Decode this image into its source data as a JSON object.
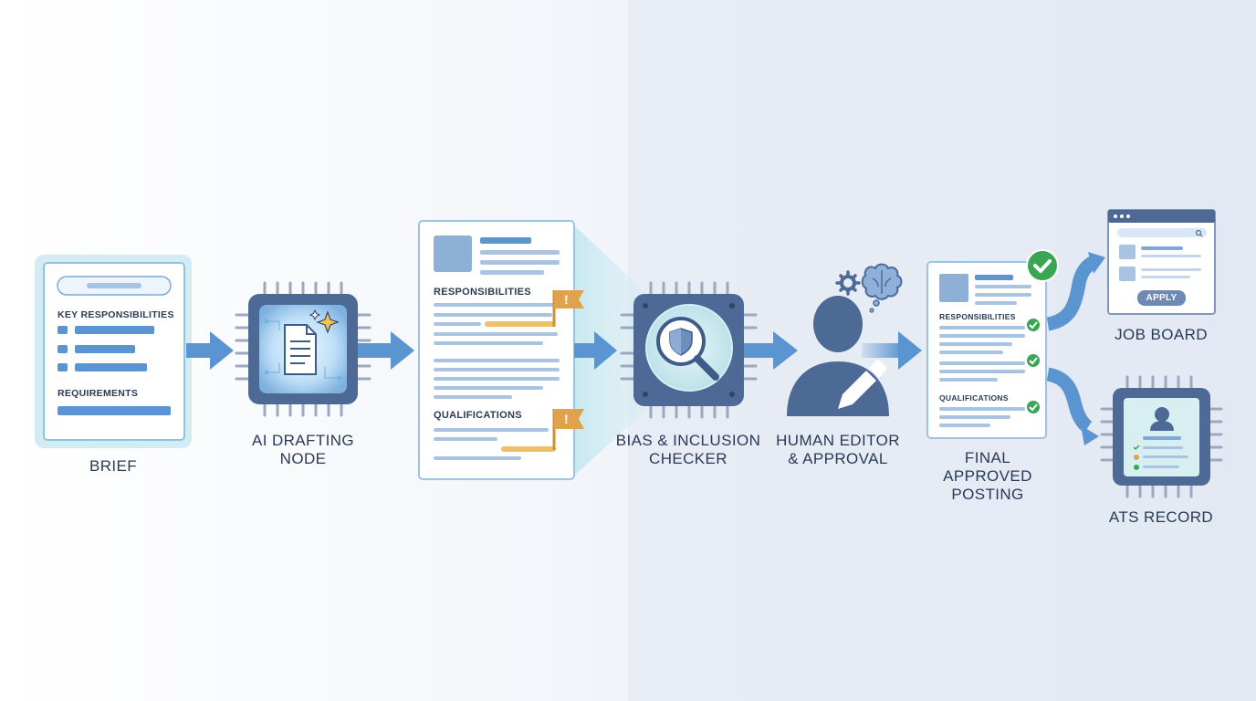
{
  "nodes": {
    "brief": {
      "label": "BRIEF",
      "section1": "KEY RESPONSIBILITIES",
      "section2": "REQUIREMENTS"
    },
    "ai_drafting": {
      "line1": "AI DRAFTING",
      "line2": "NODE"
    },
    "draft_doc": {
      "section1": "RESPONSIBILITIES",
      "section2": "QUALIFICATIONS",
      "flag_symbol": "!"
    },
    "bias_checker": {
      "line1": "BIAS & INCLUSION",
      "line2": "CHECKER"
    },
    "human_editor": {
      "line1": "HUMAN EDITOR",
      "line2": "& APPROVAL"
    },
    "final_posting": {
      "line1": "FINAL",
      "line2": "APPROVED",
      "line3": "POSTING",
      "section1": "RESPONSIBILITIES",
      "section2": "QUALIFICATIONS"
    },
    "job_board": {
      "label": "JOB BOARD",
      "button": "APPLY"
    },
    "ats_record": {
      "label": "ATS RECORD"
    }
  },
  "colors": {
    "arrow": "#5b95d1",
    "node_dark": "#4d6a96",
    "flag": "#e0a24a",
    "check": "#3aa655",
    "doc_border": "#9cc3e0"
  },
  "icons": [
    "document-icon",
    "sparkle-icon",
    "shield-icon",
    "magnifier-icon",
    "flag-icon",
    "gear-icon",
    "brain-icon",
    "person-icon",
    "pencil-icon",
    "checkmark-icon",
    "search-icon",
    "user-profile-icon"
  ]
}
